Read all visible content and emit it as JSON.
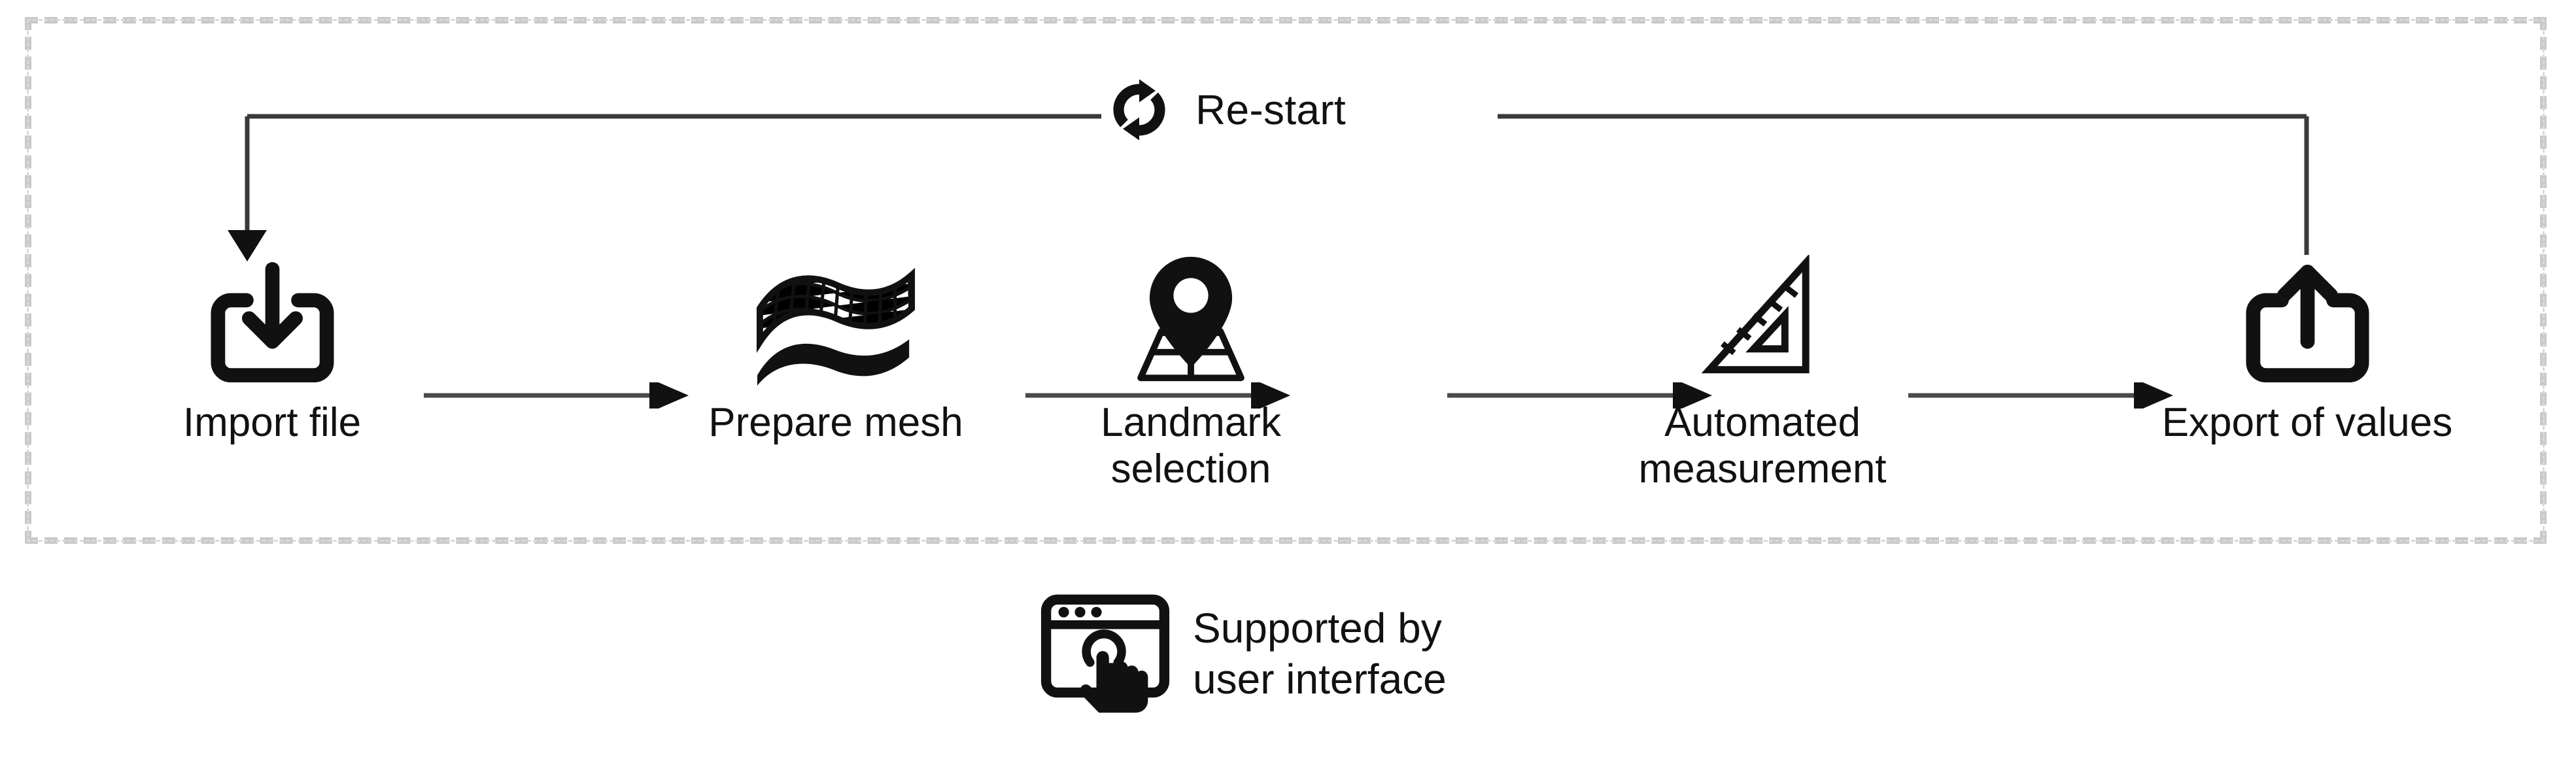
{
  "diagram": {
    "title": "Workflow pipeline",
    "container_style": "dashed-border-box",
    "accent_color": "#111111",
    "border_color": "#c9c9c9",
    "arrow_color": "#4a4a4a"
  },
  "restart": {
    "label": "Re-start",
    "icon": "refresh-loop-icon",
    "from_step": "Export of values",
    "to_step": "Import file"
  },
  "steps": [
    {
      "id": "import",
      "label": "Import file",
      "icon": "import-file-icon"
    },
    {
      "id": "mesh",
      "label": "Prepare mesh",
      "icon": "mesh-surface-icon"
    },
    {
      "id": "landmark",
      "label": "Landmark selection",
      "icon": "map-pin-icon"
    },
    {
      "id": "measurement",
      "label": "Automated\nmeasurement",
      "icon": "set-square-ruler-icon"
    },
    {
      "id": "export",
      "label": "Export of values",
      "icon": "export-file-icon"
    }
  ],
  "connectors": [
    {
      "from": "import",
      "to": "mesh"
    },
    {
      "from": "mesh",
      "to": "landmark"
    },
    {
      "from": "landmark",
      "to": "measurement"
    },
    {
      "from": "measurement",
      "to": "export"
    }
  ],
  "footer": {
    "label": "Supported by\nuser interface",
    "icon": "browser-window-click-icon"
  }
}
